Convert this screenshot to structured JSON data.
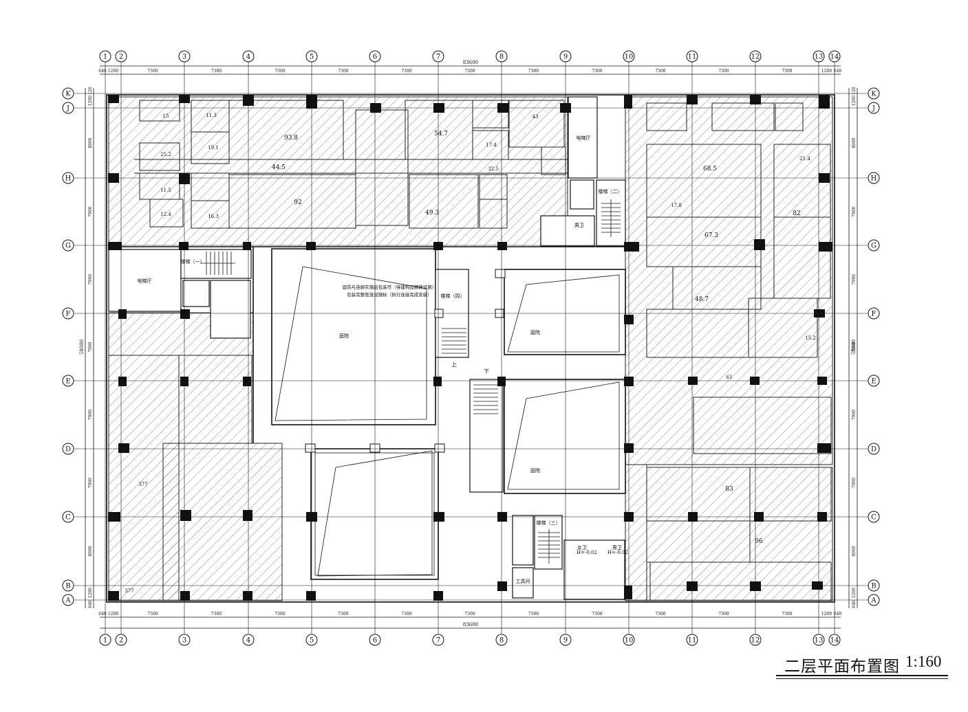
{
  "drawing": {
    "title": "二层平面布置图",
    "scale": "1:160",
    "overall_dimension": "83600",
    "vertical_overall_dimension": "58000"
  },
  "axes": {
    "columns": [
      "1",
      "2",
      "3",
      "4",
      "5",
      "6",
      "7",
      "8",
      "9",
      "10",
      "11",
      "12",
      "13",
      "14"
    ],
    "rows": [
      "K",
      "J",
      "H",
      "G",
      "F",
      "E",
      "D",
      "C",
      "B",
      "A"
    ],
    "column_spacings": [
      "640",
      "1200",
      "7300",
      "7300",
      "7300",
      "7300",
      "7300",
      "7300",
      "7300",
      "7300",
      "7300",
      "7300",
      "7300",
      "1200",
      "640"
    ],
    "row_spacings": [
      "120",
      "1200",
      "8000",
      "7900",
      "7900",
      "7900",
      "7900",
      "7900",
      "8000",
      "1200",
      "640"
    ]
  },
  "labels": {
    "lobby_tower": "电梯厅",
    "lobby_left": "电梯厅",
    "stair_1": "楼梯（一）",
    "stair_2": "楼梯（二）",
    "stair_3": "楼梯（三）",
    "stair_4": "楼梯（四）",
    "atrium": "庭院",
    "atrium_2": "庭院",
    "atrium_3": "庭院",
    "note_line1": "庭院与连廊实施后包装尽（待建构造精确设施）",
    "note_line2": "包装完整管连设施标（执行连接完成安装）",
    "up": "上",
    "down": "下",
    "janitor": "工具间",
    "female_wc": "女卫",
    "male_wc": "男卫",
    "male_wc2": "男卫",
    "elev_note": "H=-0.02",
    "elev_note2": "H=-0.02",
    "area_93_8": "93.8",
    "area_44_5": "44.5",
    "area_92": "92",
    "area_54_7": "54.7",
    "area_49_3": "49.3",
    "area_68_5": "68.5",
    "area_67_3": "67.3",
    "area_48_7": "48.7",
    "area_82": "82",
    "area_83": "83",
    "area_96": "96",
    "area_15": "15",
    "area_25_2": "25.2",
    "area_11_5": "11.5",
    "area_12_4": "12.4",
    "area_19_1": "19.1",
    "area_16_3": "16.3",
    "area_11_3": "11.3",
    "area_17_4": "17.4",
    "area_32_5": "32.5",
    "area_43": "43",
    "area_61": "61",
    "area_21_4": "21.4",
    "area_17_8": "17.8",
    "area_15_2": "15.2",
    "area_377": "377",
    "area_377b": "377"
  }
}
